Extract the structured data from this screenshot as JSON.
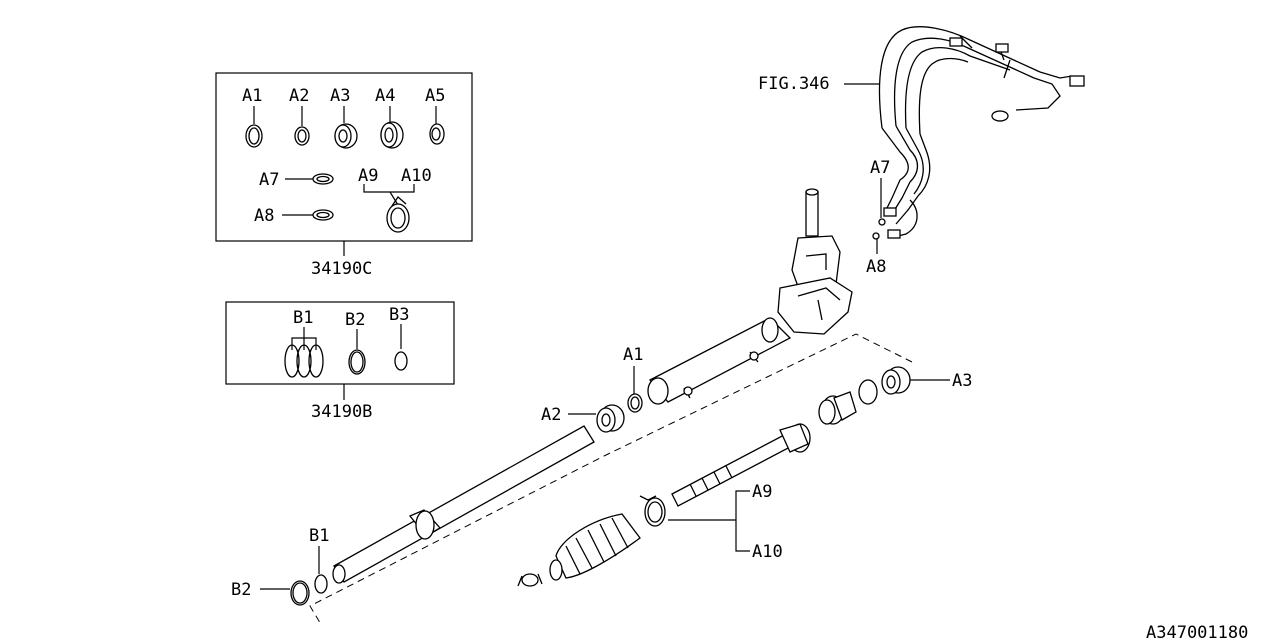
{
  "diagram_id": "A347001180",
  "references": {
    "fig": "FIG.346"
  },
  "kits": {
    "k34190c": {
      "part_no": "34190C",
      "labels": {
        "a1": "A1",
        "a2": "A2",
        "a3": "A3",
        "a4": "A4",
        "a5": "A5",
        "a7": "A7",
        "a8": "A8",
        "a9": "A9",
        "a10": "A10"
      }
    },
    "k34190b": {
      "part_no": "34190B",
      "labels": {
        "b1": "B1",
        "b2": "B2",
        "b3": "B3"
      }
    }
  },
  "callouts": {
    "a1": "A1",
    "a2": "A2",
    "a3": "A3",
    "a7": "A7",
    "a8": "A8",
    "a9": "A9",
    "a10": "A10",
    "b1": "B1",
    "b2": "B2"
  },
  "colors": {
    "line": "#000000",
    "background": "#ffffff"
  }
}
